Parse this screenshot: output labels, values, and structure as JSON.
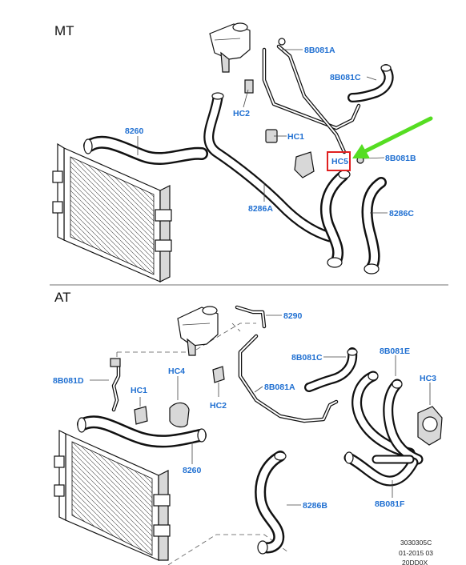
{
  "sections": {
    "mt": {
      "title": "MT",
      "labels": {
        "reservoir_hose": "8B081A",
        "upper_small_hose": "8B081C",
        "bleed_clip": "HC2",
        "clip_1": "HC1",
        "clip_5": "HC5",
        "vent_clip": "8B081B",
        "radiator_hose": "8260",
        "long_hose": "8286A",
        "lower_hose": "8286C"
      }
    },
    "at": {
      "title": "AT",
      "labels": {
        "reservoir_pipe": "8290",
        "upper_hose": "8B081C",
        "cooler_hose_e": "8B081E",
        "left_hose": "8B081D",
        "clip_1": "HC1",
        "clip_4": "HC4",
        "bracket": "HC3",
        "pipe_a": "8B081A",
        "clip_2": "HC2",
        "radiator_hose": "8260",
        "lower_hose": "8286B",
        "cooler_hose_f": "8B081F"
      }
    }
  },
  "highlight": {
    "label": "HC5",
    "box_color": "#e02020",
    "arrow_color": "#55dd22"
  },
  "footer": {
    "line1": "3030305C",
    "line2": "01-2015 03",
    "line3": "20DD0X"
  },
  "colors": {
    "callout_text": "#1f6fd1",
    "lines": "#111111"
  }
}
